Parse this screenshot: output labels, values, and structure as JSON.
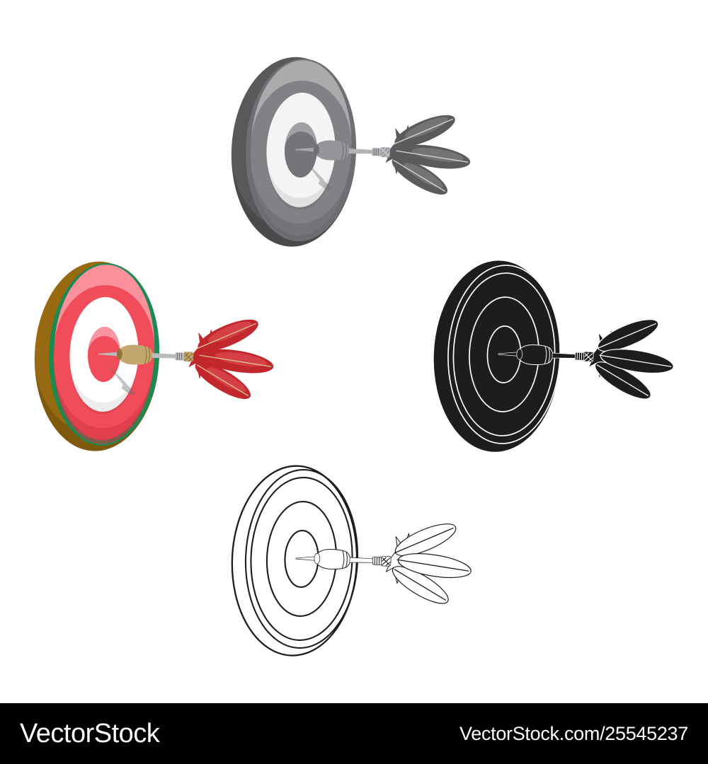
{
  "watermark": {
    "brand": "VectorStock",
    "credit": "VectorStock.com/25545237",
    "bar_color": "#000000",
    "text_color": "#ffffff"
  },
  "icons": [
    {
      "id": "monochrome",
      "name": "dart-in-dartboard-monochrome-icon"
    },
    {
      "id": "cartoon",
      "name": "dart-in-dartboard-cartoon-icon"
    },
    {
      "id": "black",
      "name": "dart-in-dartboard-black-icon"
    },
    {
      "id": "outline",
      "name": "dart-in-dartboard-outline-icon"
    }
  ],
  "colors": {
    "background": "#ffffff",
    "cartoon_face_red": "#f04c5a",
    "cartoon_feather_red": "#c1272d",
    "cartoon_rim_brown": "#976a11",
    "cartoon_ring_green": "#1b8a50",
    "cartoon_dart_tan": "#c4a76f",
    "mono_dark_gray": "#58595b",
    "mono_mid_gray": "#808285",
    "glyph_black": "#1d1d1b"
  }
}
